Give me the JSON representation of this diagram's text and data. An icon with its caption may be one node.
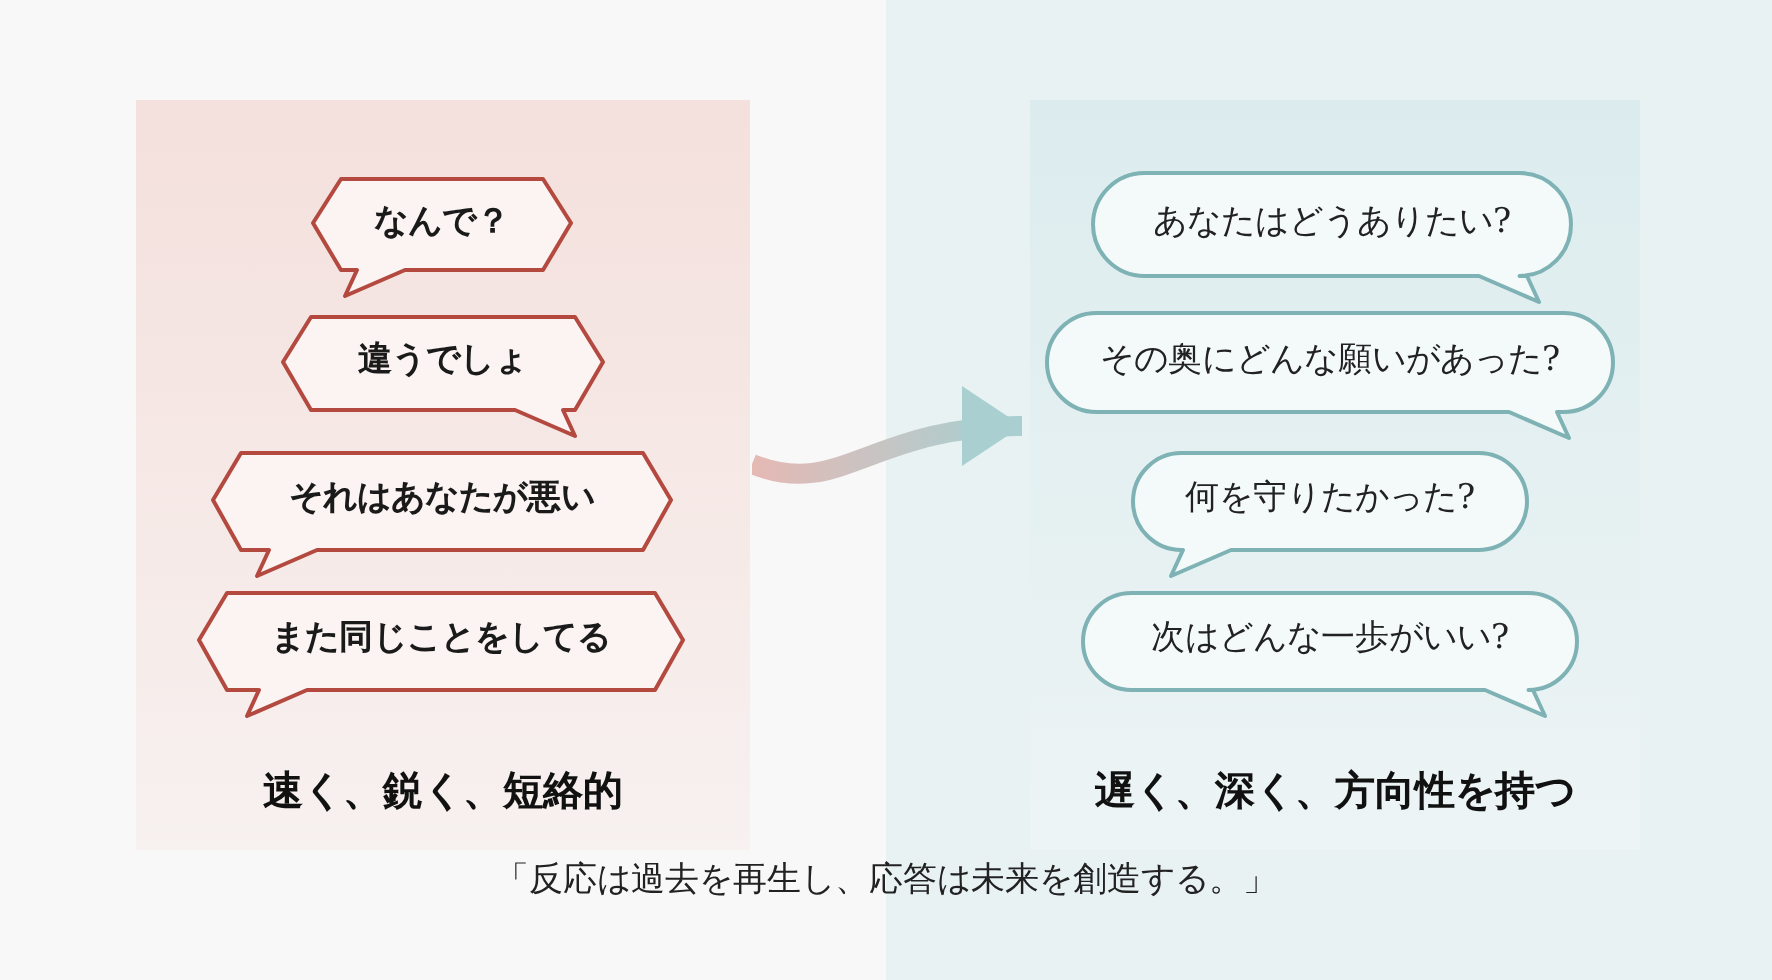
{
  "diagram": {
    "nodes": [
      {
        "text": [
          "速く、鋭く、短絡的"
        ]
      },
      {
        "text": [
          "なんで？"
        ],
        "in": 0
      },
      {
        "text": [
          "違うでしょ"
        ],
        "in": 0
      },
      {
        "text": [
          "それはあなたが悪い"
        ],
        "in": 0
      },
      {
        "text": [
          "また同じことをしてる"
        ],
        "in": 0
      },
      {
        "text": [
          "遅く、深く、方向性を持つ"
        ]
      },
      {
        "text": [
          "あなたはどうありたい?"
        ],
        "in": 5
      },
      {
        "text": [
          "その奥にどんな願いがあった?"
        ],
        "in": 5
      },
      {
        "text": [
          "何を守りたかった?"
        ],
        "in": 5
      },
      {
        "text": [
          "次はどんな一歩がいい?"
        ],
        "in": 5
      }
    ],
    "edges": [
      {
        "from": 0,
        "to": 5,
        "arrow": "to"
      }
    ],
    "labels": [
      "「反応は過去を再生し、応答は未来を創造する。」"
    ]
  }
}
